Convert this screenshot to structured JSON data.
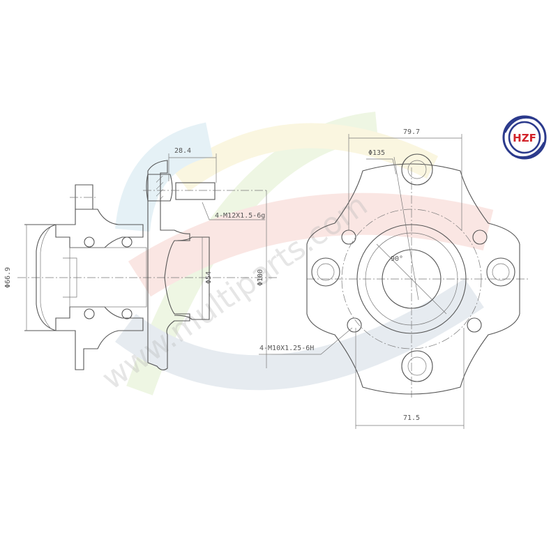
{
  "logo": {
    "text": "HZF",
    "ring_color": "#2b3a8c",
    "text_color": "#d2232a"
  },
  "watermark": {
    "text": "www.multiparts.com"
  },
  "side_view": {
    "dimensions": {
      "stud_length": "28.4",
      "stud_thread": "4-M12X1.5-6g",
      "bore_diameter": "Φ66.9",
      "pilot_diameter": "Φ54",
      "flange_diameter": "Φ100"
    }
  },
  "front_view": {
    "dimensions": {
      "width_top": "79.7",
      "bolt_circle": "Φ135",
      "angle": "90°",
      "hole_thread": "4-M10X1.25-6H",
      "width_bottom": "71.5"
    }
  }
}
